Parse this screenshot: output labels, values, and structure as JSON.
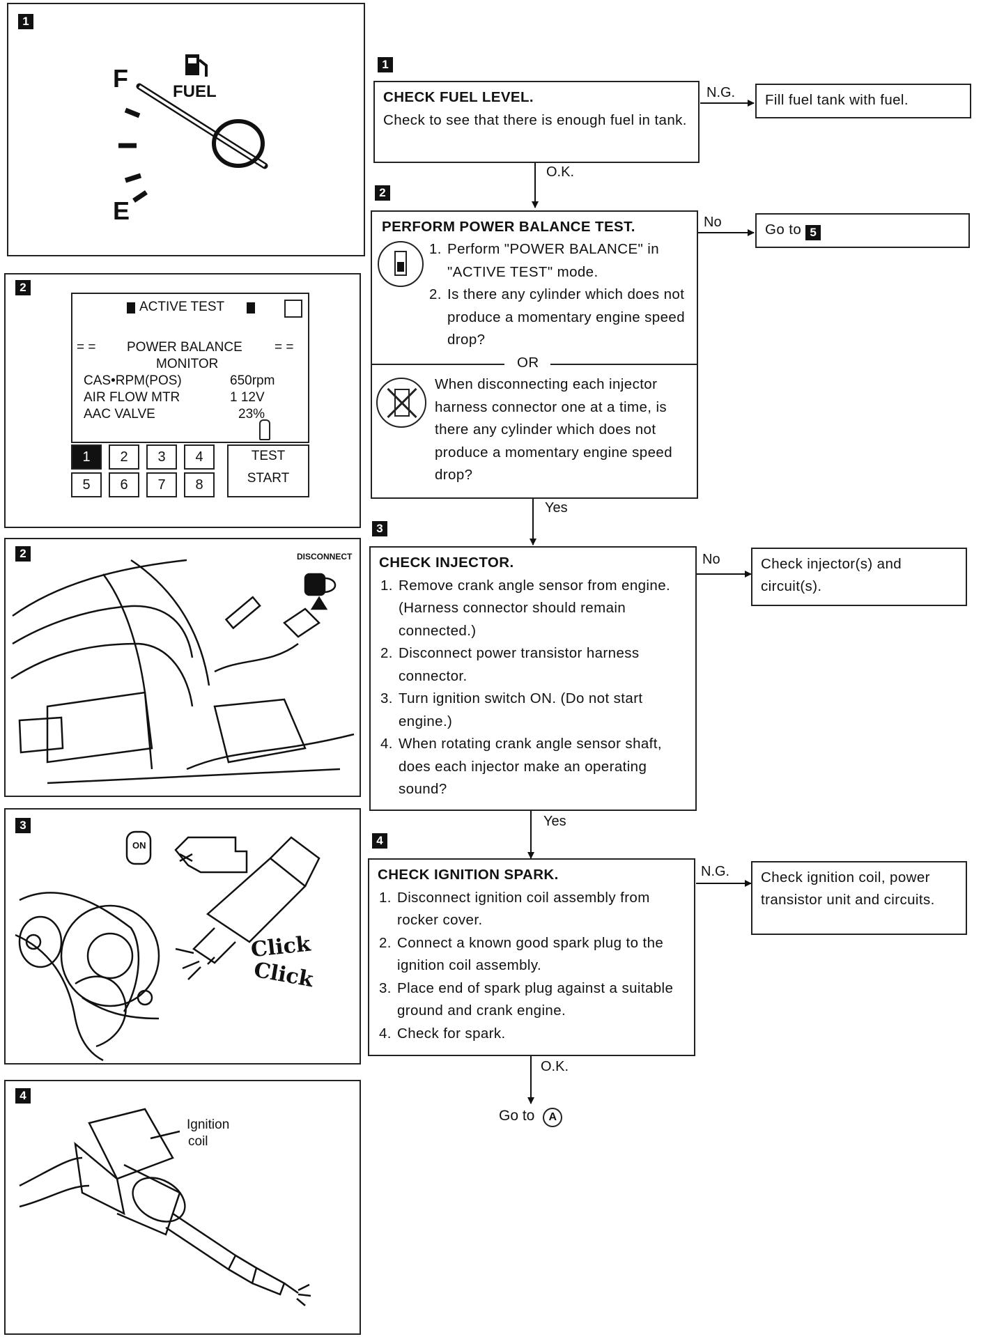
{
  "illustrations": {
    "fuel_gauge": {
      "badge": "1",
      "label_f": "F",
      "label_e": "E",
      "label_fuel": "FUEL"
    },
    "consult": {
      "badge": "2",
      "header": "ACTIVE TEST",
      "title_line1": "POWER BALANCE",
      "title_line2": "MONITOR",
      "rows": [
        {
          "name": "CAS•RPM(POS)",
          "value": "650rpm"
        },
        {
          "name": "AIR FLOW MTR",
          "value": "1 12V"
        },
        {
          "name": "AAC VALVE",
          "value": "23%"
        }
      ],
      "keys_row1": [
        "1",
        "2",
        "3",
        "4"
      ],
      "keys_row2": [
        "5",
        "6",
        "7",
        "8"
      ],
      "test_label": "TEST",
      "start_label": "START"
    },
    "engine_harness": {
      "badge": "2",
      "disconnect": "DISCONNECT"
    },
    "crank_sensor": {
      "badge": "3",
      "on_label": "ON",
      "click1": "Click",
      "click2": "Click"
    },
    "ignition_coil": {
      "badge": "4",
      "label_line1": "Ignition",
      "label_line2": "coil"
    }
  },
  "flow": {
    "step1": {
      "badge": "1",
      "title": "CHECK FUEL LEVEL.",
      "text": "Check to see that there is enough fuel in tank.",
      "ng_label": "N.G.",
      "ng_result": "Fill fuel tank with fuel.",
      "ok_label": "O.K."
    },
    "step2": {
      "badge": "2",
      "title": "PERFORM POWER BALANCE TEST.",
      "items": [
        "Perform \"POWER BALANCE\" in \"ACTIVE TEST\" mode.",
        "Is there any cylinder which does not produce a momentary engine speed drop?"
      ],
      "or_label": "OR",
      "alt_text": "When disconnecting each injector harness connector one at a time, is there any cylinder which does not produce a momentary engine speed drop?",
      "no_label": "No",
      "no_result_prefix": "Go to",
      "no_result_badge": "5",
      "yes_label": "Yes"
    },
    "step3": {
      "badge": "3",
      "title": "CHECK INJECTOR.",
      "items": [
        "Remove crank angle sensor from engine. (Harness connector should remain connected.)",
        "Disconnect power transistor harness connector.",
        "Turn ignition switch ON. (Do not start engine.)",
        "When rotating crank angle sensor shaft, does each injector make an operating sound?"
      ],
      "no_label": "No",
      "no_result": "Check injector(s) and circuit(s).",
      "yes_label": "Yes"
    },
    "step4": {
      "badge": "4",
      "title": "CHECK IGNITION SPARK.",
      "items": [
        "Disconnect ignition coil assembly from rocker cover.",
        "Connect a known good spark plug to the ignition coil assembly.",
        "Place end of spark plug against a suitable ground and crank engine.",
        "Check for spark."
      ],
      "ng_label": "N.G.",
      "ng_result": "Check ignition coil, power transistor unit and circuits.",
      "ok_label": "O.K.",
      "goto_prefix": "Go to",
      "goto_target": "A"
    }
  }
}
